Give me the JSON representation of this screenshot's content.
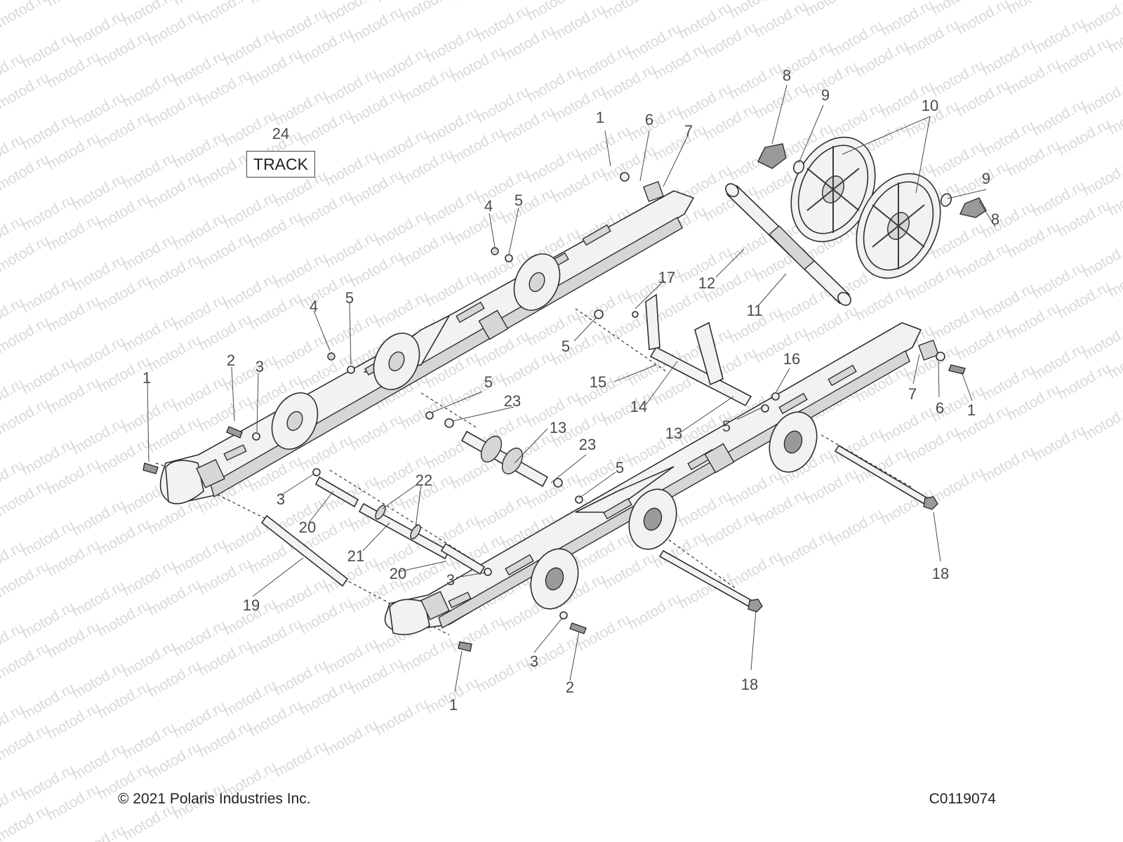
{
  "track_box": {
    "label": "TRACK"
  },
  "callouts": [
    {
      "id": "c1a",
      "text": "1"
    },
    {
      "id": "c6a",
      "text": "6"
    },
    {
      "id": "c7a",
      "text": "7"
    },
    {
      "id": "c8a",
      "text": "8"
    },
    {
      "id": "c9a",
      "text": "9"
    },
    {
      "id": "c10",
      "text": "10"
    },
    {
      "id": "c9b",
      "text": "9"
    },
    {
      "id": "c8b",
      "text": "8"
    },
    {
      "id": "c24",
      "text": "24"
    },
    {
      "id": "c4a",
      "text": "4"
    },
    {
      "id": "c5a",
      "text": "5"
    },
    {
      "id": "c12",
      "text": "12"
    },
    {
      "id": "c11",
      "text": "11"
    },
    {
      "id": "c17",
      "text": "17"
    },
    {
      "id": "c4b",
      "text": "4"
    },
    {
      "id": "c5b",
      "text": "5"
    },
    {
      "id": "c5c",
      "text": "5"
    },
    {
      "id": "c2a",
      "text": "2"
    },
    {
      "id": "c3a",
      "text": "3"
    },
    {
      "id": "c1b",
      "text": "1"
    },
    {
      "id": "c16",
      "text": "16"
    },
    {
      "id": "c7b",
      "text": "7"
    },
    {
      "id": "c6b",
      "text": "6"
    },
    {
      "id": "c1c",
      "text": "1"
    },
    {
      "id": "c15",
      "text": "15"
    },
    {
      "id": "c5d",
      "text": "5"
    },
    {
      "id": "c23a",
      "text": "23"
    },
    {
      "id": "c14",
      "text": "14"
    },
    {
      "id": "c13a",
      "text": "13"
    },
    {
      "id": "c5e",
      "text": "5"
    },
    {
      "id": "c13b",
      "text": "13"
    },
    {
      "id": "c23b",
      "text": "23"
    },
    {
      "id": "c22",
      "text": "22"
    },
    {
      "id": "c5f",
      "text": "5"
    },
    {
      "id": "c3b",
      "text": "3"
    },
    {
      "id": "c20a",
      "text": "20"
    },
    {
      "id": "c21",
      "text": "21"
    },
    {
      "id": "c20b",
      "text": "20"
    },
    {
      "id": "c3c",
      "text": "3"
    },
    {
      "id": "c18a",
      "text": "18"
    },
    {
      "id": "c19",
      "text": "19"
    },
    {
      "id": "c3d",
      "text": "3"
    },
    {
      "id": "c2b",
      "text": "2"
    },
    {
      "id": "c18b",
      "text": "18"
    },
    {
      "id": "c1d",
      "text": "1"
    }
  ],
  "watermark": "motod.ru",
  "footer": {
    "copyright": "© 2021 Polaris Industries Inc.",
    "drawing_number": "C0119074"
  }
}
